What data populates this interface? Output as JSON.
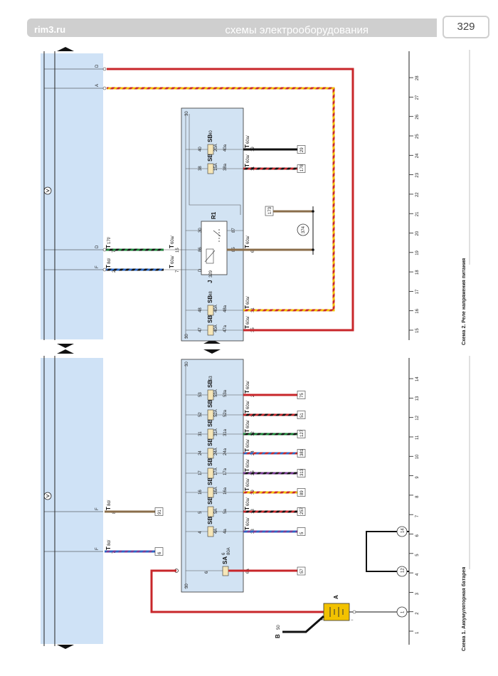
{
  "header": {
    "site": "rim3.ru",
    "section": "схемы электрооборудования",
    "page_number": "329"
  },
  "colors": {
    "red": "#c8262a",
    "black": "#111111",
    "green": "#1c8a3a",
    "blue": "#2a67c4",
    "yellow": "#f2c200",
    "brown": "#8a6d4a",
    "violet": "#7a3a96",
    "panel": "#cfe2f6",
    "box": "#d2e3f3",
    "fuse": "#f6e6b8"
  },
  "icons": [
    "ground-icon",
    "arrow-up-icon",
    "arrow-down-icon",
    "battery-icon"
  ],
  "scheme1": {
    "caption": "Схема 1. Аккумуляторная батарея",
    "axis_numbers": [
      "1",
      "2",
      "3",
      "4",
      "5",
      "6",
      "7",
      "8",
      "9",
      "10",
      "11",
      "12",
      "13",
      "14"
    ],
    "battery_label": "A",
    "battery_plus": "+",
    "battery_minus": "−",
    "b_label": "B",
    "b_sub": "50",
    "circles": [
      "1",
      "12",
      "14"
    ],
    "bus_label": "30",
    "fuse_sa_label": "SA",
    "fuse_sa_num": "6",
    "fuse_sa_rating": "80A",
    "sa_in": "6",
    "sa_out": "6a",
    "connectors": [
      {
        "pin": "F",
        "conn": "T",
        "sub": "8d/",
        "num": "7",
        "ref": "6"
      },
      {
        "pin": "F",
        "conn": "T",
        "sub": "8d/",
        "num": "8",
        "ref": "91"
      }
    ],
    "fuses": [
      {
        "in": "4",
        "label": "SB",
        "num": "4",
        "rating": "4A",
        "out": "4a",
        "conn": "T",
        "sub": "60a/",
        "pin": "38",
        "ref": "5"
      },
      {
        "in": "5",
        "label": "SB",
        "num": "5",
        "rating": "5A",
        "out": "5a",
        "conn": "T",
        "sub": "60a/",
        "pin": "18",
        "ref": "257"
      },
      {
        "in": "16",
        "label": "SB",
        "num": "16",
        "rating": "16A",
        "out": "16a",
        "conn": "T",
        "sub": "60a/",
        "pin": "39",
        "ref": "89"
      },
      {
        "in": "17",
        "label": "SB",
        "num": "17",
        "rating": "17A",
        "out": "17a",
        "conn": "T",
        "sub": "60a/",
        "pin": "25",
        "ref": "313"
      },
      {
        "in": "24",
        "label": "SB",
        "num": "24",
        "rating": "24A",
        "out": "24a",
        "conn": "T",
        "sub": "60a/",
        "pin": "24",
        "ref": "381"
      },
      {
        "in": "31",
        "label": "SB",
        "num": "31",
        "rating": "31A",
        "out": "31a",
        "conn": "T",
        "sub": "60a/",
        "pin": "12",
        "ref": "127"
      },
      {
        "in": "52",
        "label": "SB",
        "num": "52",
        "rating": "52A",
        "out": "52a",
        "conn": "T",
        "sub": "60a/",
        "pin": "3",
        "ref": "51"
      },
      {
        "in": "53",
        "label": "SB",
        "num": "53",
        "rating": "53A",
        "out": "53a",
        "conn": "T",
        "sub": "60a/",
        "pin": "2",
        "ref": "75"
      }
    ],
    "sa_ref": "57"
  },
  "scheme2": {
    "caption": "Схема 2. Реле напряжения питания",
    "axis_numbers": [
      "15",
      "16",
      "17",
      "18",
      "19",
      "20",
      "21",
      "22",
      "23",
      "24",
      "25",
      "26",
      "27",
      "28"
    ],
    "bus_label": "30",
    "relay_label": "R1",
    "relay_block": "J",
    "relay_block_sub": "329",
    "relay_pins": [
      "30",
      "87",
      "86",
      "85",
      "D"
    ],
    "circle": "374",
    "top_pins": [
      {
        "pin": "D",
        "conn": "T",
        "sub": "17f/",
        "num": "7"
      },
      {
        "pin": "A"
      }
    ],
    "side_pins": [
      {
        "pin": "F",
        "conn": "T",
        "sub": "8d/",
        "num": "2"
      },
      {
        "pin": "D",
        "conn": "T",
        "sub": "17f/",
        "num": "7"
      }
    ],
    "fuses": [
      {
        "in": "47",
        "label": "SB",
        "num": "47",
        "rating": "40A",
        "out": "47a",
        "conn": "T",
        "sub": "60a/",
        "pin": "35"
      },
      {
        "in": "48",
        "label": "SB",
        "num": "48",
        "rating": "40A",
        "out": "48a",
        "conn": "T",
        "sub": "60a/",
        "pin": "31"
      },
      {
        "in": "38",
        "label": "SB",
        "num": "38",
        "rating": "15A",
        "out": "38a",
        "conn": "T",
        "sub": "60a/",
        "pin": "11",
        "ref": "178"
      },
      {
        "in": "40",
        "label": "SB",
        "num": "40",
        "rating": "20A",
        "out": "40a",
        "conn": "T",
        "sub": "60a/",
        "pin": "19",
        "ref": "29"
      }
    ],
    "relay_conns": [
      {
        "conn": "T",
        "sub": "60a/",
        "pin": "15"
      },
      {
        "conn": "T",
        "sub": "60a/",
        "pin": "7"
      },
      {
        "conn": "T",
        "sub": "60a/",
        "pin": "6"
      }
    ],
    "relay_ref": "173"
  }
}
